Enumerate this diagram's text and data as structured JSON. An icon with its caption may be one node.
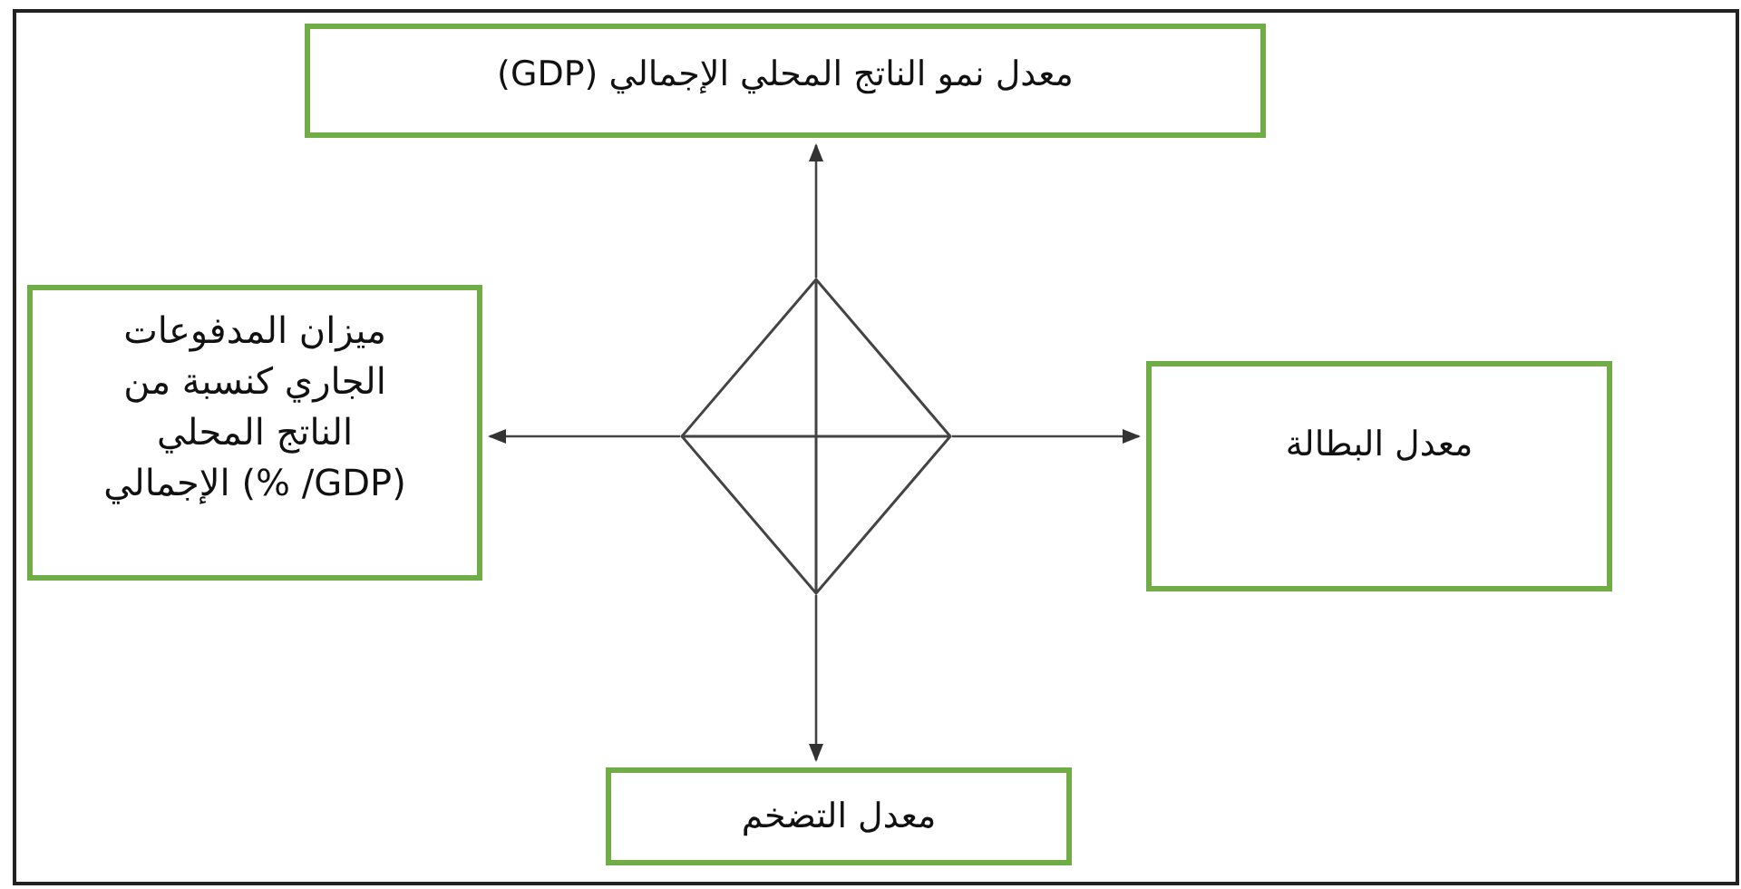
{
  "diagram": {
    "nodes": [
      {
        "text": [
          "معدل نمو الناتج المحلي الإجمالي (GDP)"
        ]
      },
      {
        "text": [
          "ميزان المدفوعات الجاري كنسبة من الناتج المحلي الإجمالي (% /GDP)"
        ]
      },
      {
        "text": [
          "معدل البطالة"
        ]
      },
      {
        "text": [
          "معدل التضخم"
        ]
      },
      {
        "text": [],
        "shape": "diamond"
      }
    ],
    "edges": [
      {
        "from": 4,
        "to": 0,
        "arrow": "to"
      },
      {
        "from": 4,
        "to": 1,
        "arrow": "to"
      },
      {
        "from": 4,
        "to": 2,
        "arrow": "to"
      },
      {
        "from": 4,
        "to": 3,
        "arrow": "to"
      }
    ]
  }
}
